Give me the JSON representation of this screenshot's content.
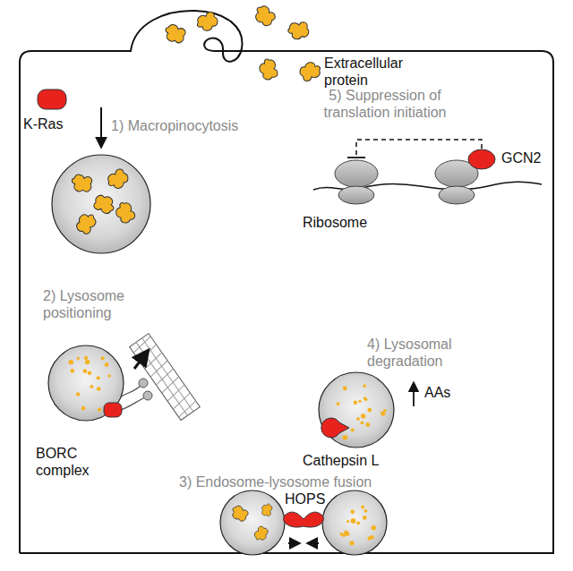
{
  "diagram": {
    "labels": [
      "Extracellular protein",
      "K-Ras",
      "1) Macropinocytosis",
      "5) Suppression of translation initiation",
      "GCN2",
      "Ribosome",
      "2) Lysosome positioning",
      "BORC complex",
      "4) Lysosomal degradation",
      "AAs",
      "Cathepsin L",
      "3) Endosome-lysosome fusion",
      "HOPS"
    ]
  }
}
